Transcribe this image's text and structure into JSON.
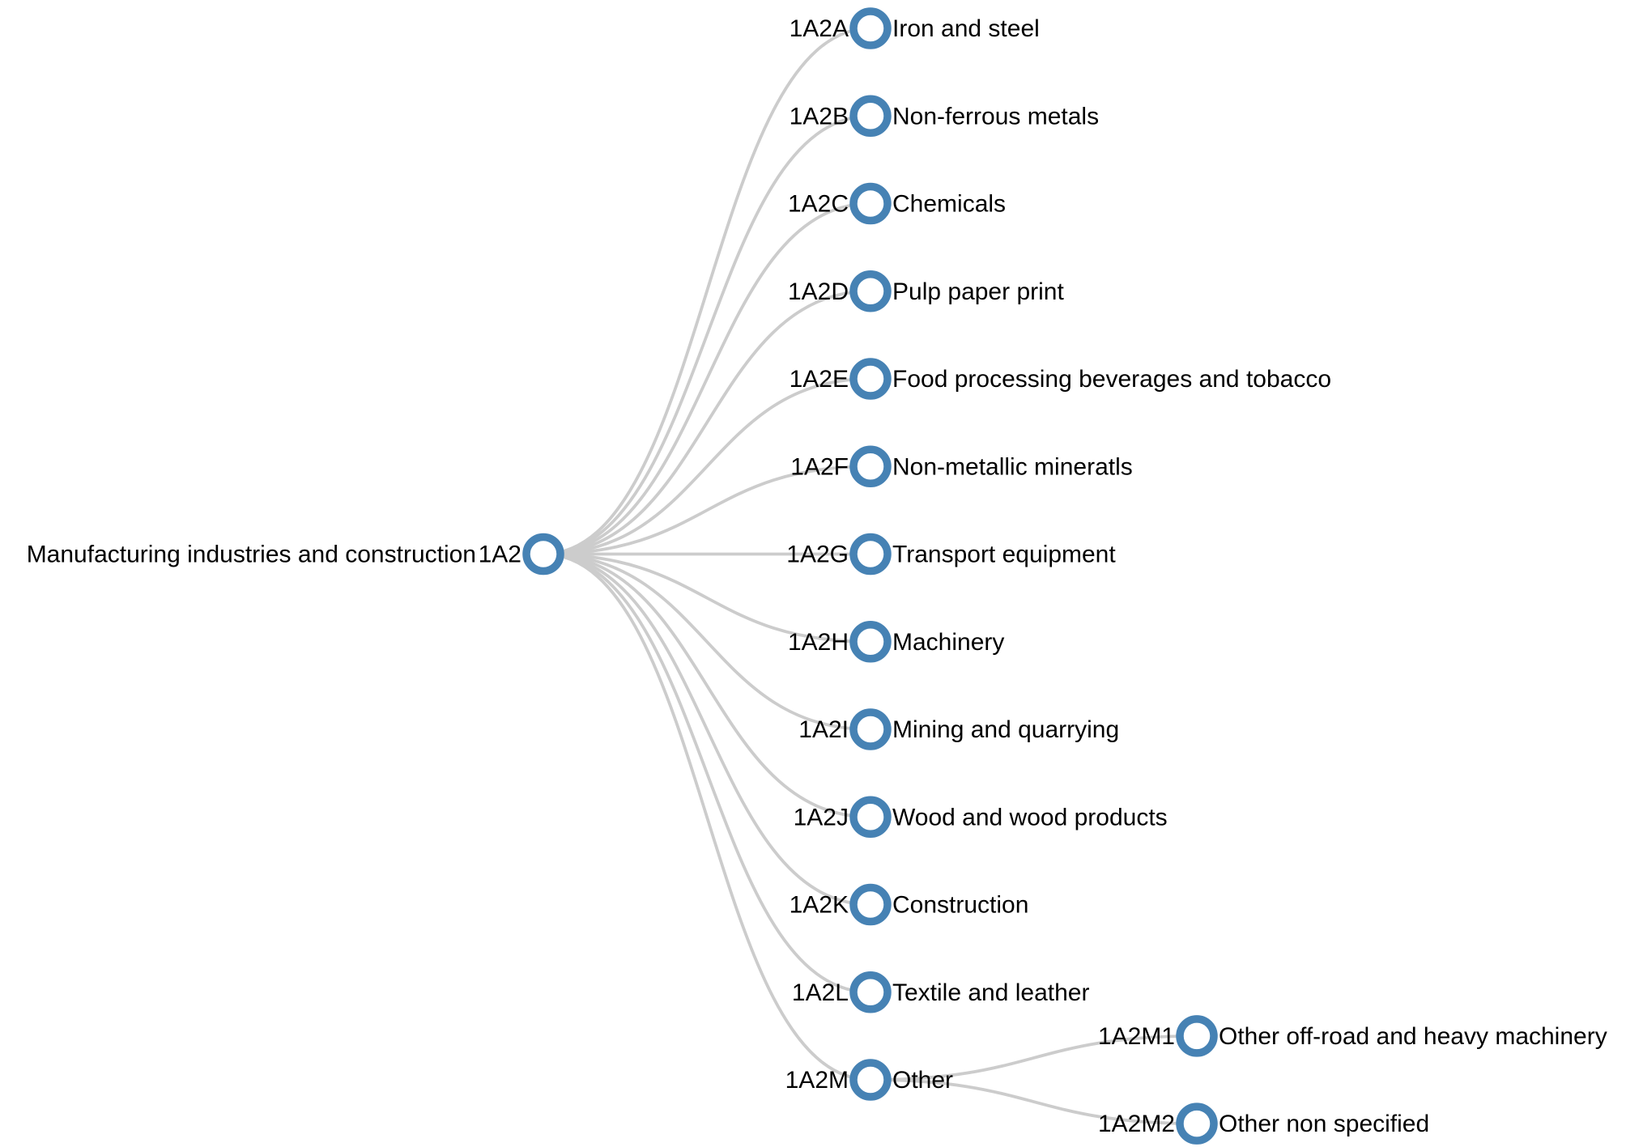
{
  "colors": {
    "node_stroke": "#4682b4",
    "node_fill": "#ffffff",
    "link": "#cccccc",
    "text": "#000000"
  },
  "tree": {
    "code": "1A2",
    "name": "Manufacturing industries and construction",
    "children": [
      {
        "code": "1A2A",
        "name": "Iron and steel"
      },
      {
        "code": "1A2B",
        "name": "Non-ferrous metals"
      },
      {
        "code": "1A2C",
        "name": "Chemicals"
      },
      {
        "code": "1A2D",
        "name": "Pulp paper print"
      },
      {
        "code": "1A2E",
        "name": "Food processing beverages and tobacco"
      },
      {
        "code": "1A2F",
        "name": "Non-metallic mineratls"
      },
      {
        "code": "1A2G",
        "name": "Transport equipment"
      },
      {
        "code": "1A2H",
        "name": "Machinery"
      },
      {
        "code": "1A2I",
        "name": "Mining and quarrying"
      },
      {
        "code": "1A2J",
        "name": "Wood and wood products"
      },
      {
        "code": "1A2K",
        "name": "Construction"
      },
      {
        "code": "1A2L",
        "name": "Textile and leather"
      },
      {
        "code": "1A2M",
        "name": "Other",
        "children": [
          {
            "code": "1A2M1",
            "name": "Other off-road and heavy machinery"
          },
          {
            "code": "1A2M2",
            "name": "Other non specified"
          }
        ]
      }
    ]
  }
}
